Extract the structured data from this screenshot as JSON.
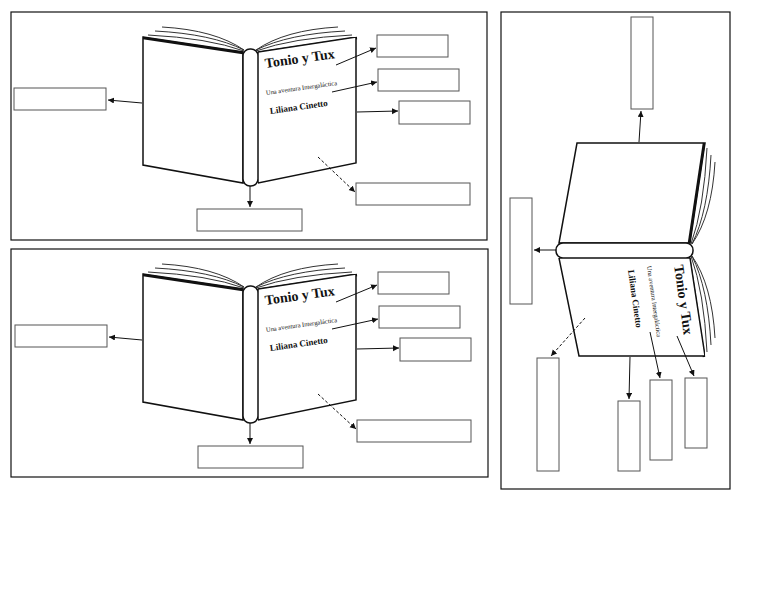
{
  "diagram": {
    "nodes": [
      {
        "text": [
          "Tonio y Tux",
          "Una aventura Intergaláctica",
          "Liliana Cinetto"
        ]
      },
      {
        "text": [
          "Tonio y Tux",
          "Una aventura Intergaláctica",
          "Liliana Cinetto"
        ]
      },
      {
        "text": [
          "Tonio y Tux",
          "Una aventura Intergaláctica",
          "Liliana Cinetto"
        ]
      }
    ]
  }
}
